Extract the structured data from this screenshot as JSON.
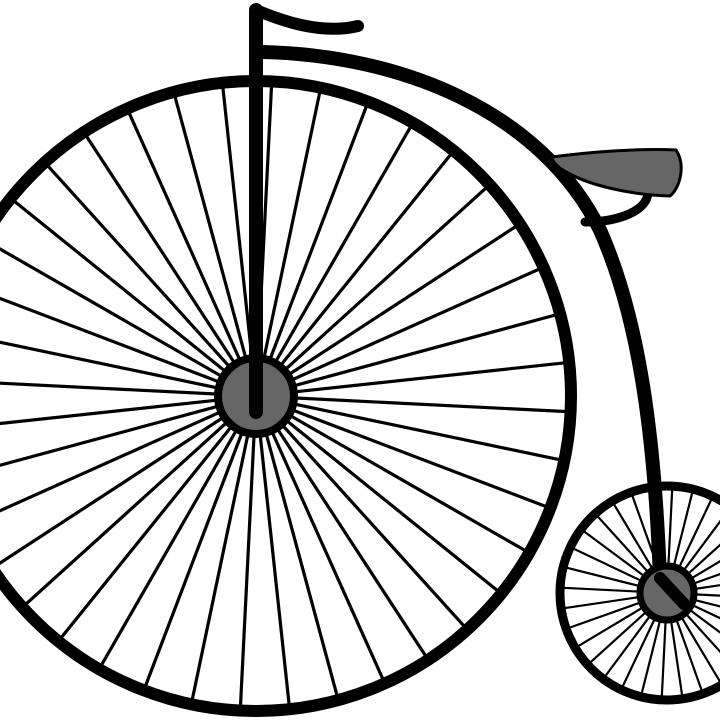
{
  "illustration": {
    "subject": "penny-farthing-bicycle",
    "colors": {
      "background": "#ffffff",
      "line": "#000000",
      "hub_fill": "#666666",
      "seat_fill": "#666666",
      "wheel_fill": "#ffffff"
    },
    "front_wheel": {
      "spoke_count": 40
    },
    "rear_wheel": {
      "spoke_count": 32
    }
  }
}
